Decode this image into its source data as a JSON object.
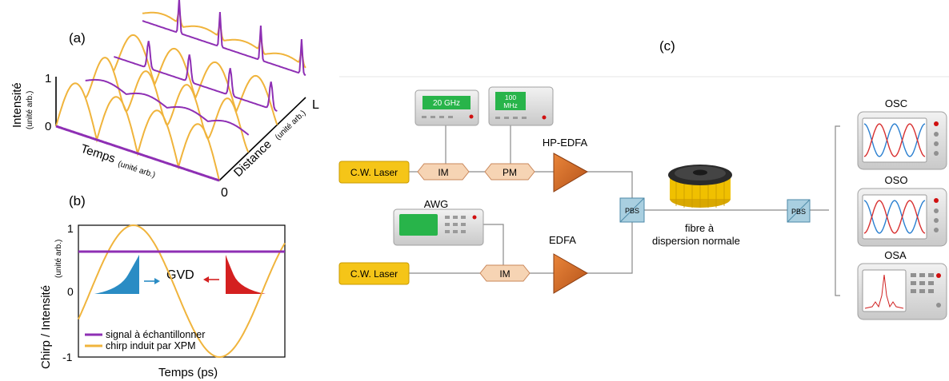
{
  "panel_a": {
    "label": "(a)",
    "y_tick_1": "1",
    "y_tick_0": "0",
    "ylabel": "Intensité",
    "ylabel_unit": "(unité arb.)",
    "xlabel": "Temps",
    "xlabel_unit": "(unité arb.)",
    "zlabel": "Distance",
    "zlabel_unit": "(unité arb.)",
    "z_tick_L": "L",
    "z_tick_0": "0",
    "colors": {
      "signal": "#8e2fb4",
      "chirp": "#f0b43c"
    }
  },
  "panel_b": {
    "label": "(b)",
    "ylabel": "Chirp / Intensité",
    "ylabel_unit": "(unité arb.)",
    "xlabel": "Temps (ps)",
    "y_tick_1": "1",
    "y_tick_0": "0",
    "y_tick_m1": "-1",
    "inset_label": "GVD",
    "legend": [
      {
        "label": "signal à échantillonner",
        "color": "#8e2fb4"
      },
      {
        "label": "chirp induit par XPM",
        "color": "#f0b43c"
      }
    ]
  },
  "chart_data": {
    "type": "line",
    "xlabel": "Temps (ps)",
    "ylabel": "Chirp / Intensité (unité arb.)",
    "ylim": [
      -1,
      1
    ],
    "legend_position": "bottom-left",
    "series": [
      {
        "name": "signal à échantillonner",
        "kind": "constant",
        "y": 0.6,
        "color": "#8e2fb4"
      },
      {
        "name": "chirp induit par XPM",
        "kind": "sine",
        "amplitude": 1,
        "periods_shown": 1.2,
        "color": "#f0b43c"
      }
    ]
  },
  "panel_c": {
    "label": "(c)",
    "source1": "C.W. Laser",
    "source2": "C.W. Laser",
    "im1": "IM",
    "pm": "PM",
    "im2": "IM",
    "rf1_display": "20 GHz",
    "rf2_display_line1": "100",
    "rf2_display_line2": "MHz",
    "awg": "AWG",
    "hp_edfa": "HP-EDFA",
    "edfa": "EDFA",
    "pbs1": "PBS",
    "pbs2": "PBS",
    "fiber_line1": "fibre à",
    "fiber_line2": "dispersion normale",
    "osc": "OSC",
    "oso": "OSO",
    "osa": "OSA",
    "colors": {
      "laser": "#f5c518",
      "modulator": "#f6d4b4",
      "amplifier": "#d2691e",
      "pbs": "#a9cfe0",
      "screen_green": "#28b44a",
      "spool": "#f0c000"
    }
  }
}
